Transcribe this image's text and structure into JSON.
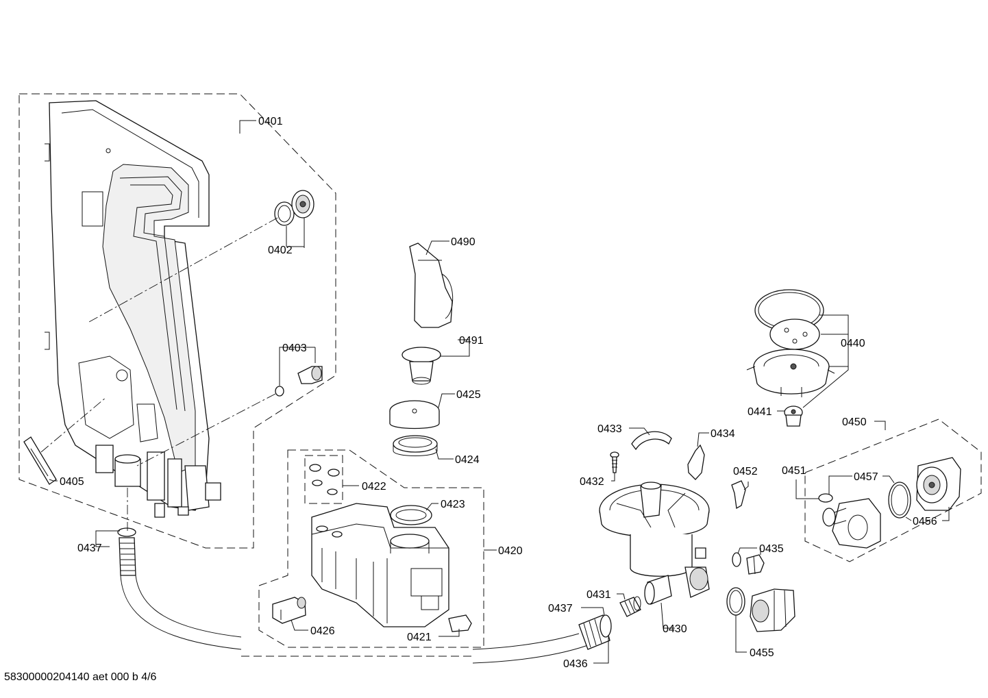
{
  "footer": {
    "code": "58300000204140 aet 000 b 4/6"
  },
  "part_labels": {
    "p0401": "0401",
    "p0402": "0402",
    "p0403": "0403",
    "p0405": "0405",
    "p0437a": "0437",
    "p0437b": "0437",
    "p0490": "0490",
    "p0491": "0491",
    "p0425": "0425",
    "p0424": "0424",
    "p0422": "0422",
    "p0423": "0423",
    "p0420": "0420",
    "p0426": "0426",
    "p0421": "0421",
    "p0433": "0433",
    "p0434": "0434",
    "p0432": "0432",
    "p0431": "0431",
    "p0430": "0430",
    "p0436": "0436",
    "p0440": "0440",
    "p0441": "0441",
    "p0450": "0450",
    "p0451": "0451",
    "p0457": "0457",
    "p0456": "0456",
    "p0452": "0452",
    "p0435": "0435",
    "p0455": "0455"
  }
}
